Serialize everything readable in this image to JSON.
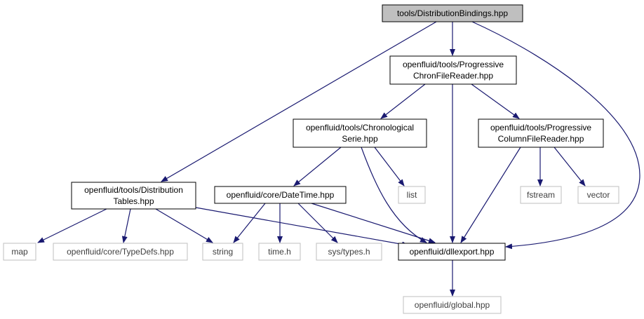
{
  "colors": {
    "edge": "#191970",
    "root_fill": "#bfbfbf",
    "node_border": "#000000",
    "external_border": "#bfbfbf",
    "external_text": "#404040",
    "text": "#000000"
  },
  "nodes": [
    {
      "id": "root",
      "kind": "root",
      "lines": [
        "tools/DistributionBindings.hpp"
      ]
    },
    {
      "id": "chron-reader",
      "kind": "internal",
      "lines": [
        "openfluid/tools/Progressive",
        "ChronFileReader.hpp"
      ]
    },
    {
      "id": "chrono-serie",
      "kind": "internal",
      "lines": [
        "openfluid/tools/Chronological",
        "Serie.hpp"
      ]
    },
    {
      "id": "column-reader",
      "kind": "internal",
      "lines": [
        "openfluid/tools/Progressive",
        "ColumnFileReader.hpp"
      ]
    },
    {
      "id": "dist-tables",
      "kind": "internal",
      "lines": [
        "openfluid/tools/Distribution",
        "Tables.hpp"
      ]
    },
    {
      "id": "datetime",
      "kind": "internal",
      "lines": [
        "openfluid/core/DateTime.hpp"
      ]
    },
    {
      "id": "list",
      "kind": "external",
      "lines": [
        "list"
      ]
    },
    {
      "id": "fstream",
      "kind": "external",
      "lines": [
        "fstream"
      ]
    },
    {
      "id": "vector",
      "kind": "external",
      "lines": [
        "vector"
      ]
    },
    {
      "id": "map",
      "kind": "external",
      "lines": [
        "map"
      ]
    },
    {
      "id": "typedefs",
      "kind": "external",
      "lines": [
        "openfluid/core/TypeDefs.hpp"
      ]
    },
    {
      "id": "string",
      "kind": "external",
      "lines": [
        "string"
      ]
    },
    {
      "id": "time",
      "kind": "external",
      "lines": [
        "time.h"
      ]
    },
    {
      "id": "systypes",
      "kind": "external",
      "lines": [
        "sys/types.h"
      ]
    },
    {
      "id": "dllexport",
      "kind": "internal",
      "lines": [
        "openfluid/dllexport.hpp"
      ]
    },
    {
      "id": "global",
      "kind": "external",
      "lines": [
        "openfluid/global.hpp"
      ]
    }
  ],
  "edges": [
    [
      "root",
      "chron-reader"
    ],
    [
      "root",
      "dist-tables"
    ],
    [
      "root",
      "dllexport"
    ],
    [
      "chron-reader",
      "chrono-serie"
    ],
    [
      "chron-reader",
      "column-reader"
    ],
    [
      "chron-reader",
      "dllexport"
    ],
    [
      "chrono-serie",
      "datetime"
    ],
    [
      "chrono-serie",
      "list"
    ],
    [
      "chrono-serie",
      "dllexport"
    ],
    [
      "column-reader",
      "fstream"
    ],
    [
      "column-reader",
      "vector"
    ],
    [
      "column-reader",
      "dllexport"
    ],
    [
      "dist-tables",
      "map"
    ],
    [
      "dist-tables",
      "typedefs"
    ],
    [
      "dist-tables",
      "string"
    ],
    [
      "dist-tables",
      "dllexport"
    ],
    [
      "datetime",
      "string"
    ],
    [
      "datetime",
      "time"
    ],
    [
      "datetime",
      "systypes"
    ],
    [
      "datetime",
      "dllexport"
    ],
    [
      "dllexport",
      "global"
    ]
  ]
}
